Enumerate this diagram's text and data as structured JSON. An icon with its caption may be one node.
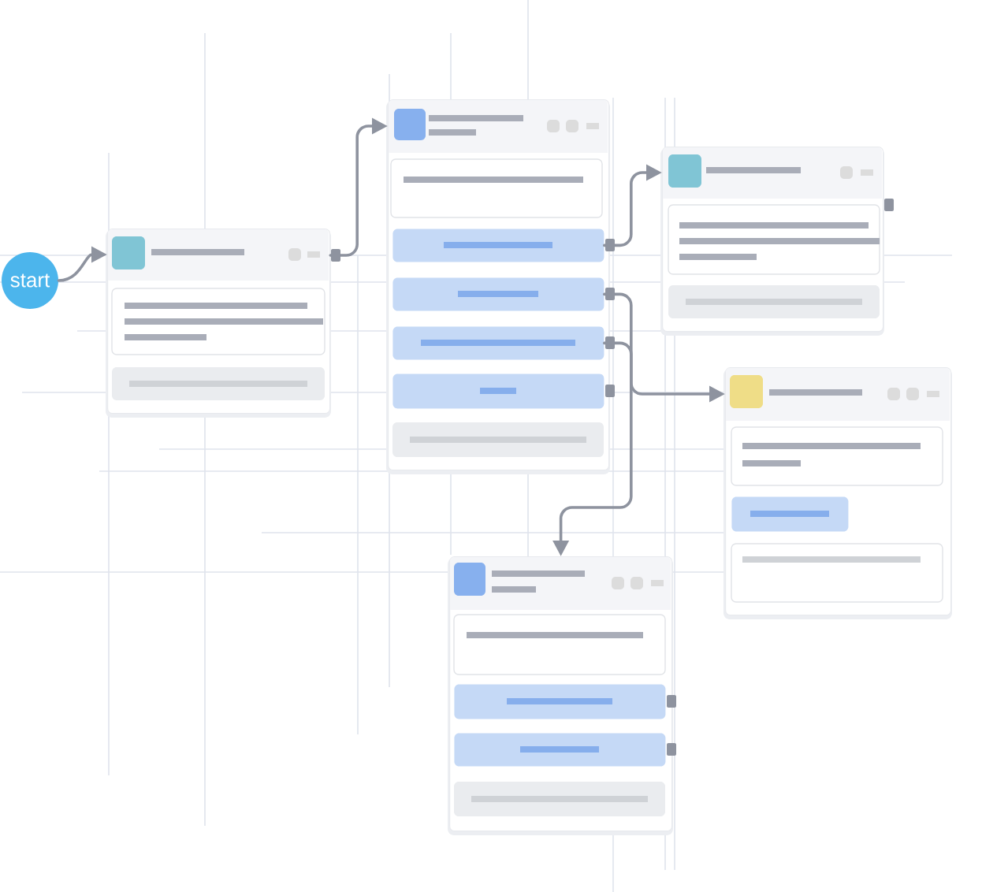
{
  "diagram": {
    "nodes": [
      {
        "text": [
          "start"
        ]
      },
      {
        "text": [],
        "shape": "box"
      },
      {
        "text": [],
        "shape": "box"
      },
      {
        "text": [],
        "shape": "box",
        "in": 2
      },
      {
        "text": [],
        "shape": "box",
        "in": 2
      },
      {
        "text": [],
        "shape": "box",
        "in": 2
      },
      {
        "text": [],
        "shape": "box",
        "in": 2
      },
      {
        "text": [],
        "shape": "box"
      },
      {
        "text": [],
        "shape": "box"
      },
      {
        "text": [],
        "shape": "box",
        "in": 8
      },
      {
        "text": [],
        "shape": "box"
      },
      {
        "text": [],
        "shape": "box",
        "in": 10
      },
      {
        "text": [],
        "shape": "box",
        "in": 10
      }
    ],
    "edges": [
      {
        "from": 0,
        "to": 1,
        "arrow": "to"
      },
      {
        "from": 1,
        "to": 2,
        "arrow": "to"
      },
      {
        "from": 3,
        "to": 7,
        "arrow": "to"
      },
      {
        "from": 4,
        "to": 10,
        "arrow": "to"
      },
      {
        "from": 5,
        "to": 8,
        "arrow": "to"
      }
    ]
  }
}
